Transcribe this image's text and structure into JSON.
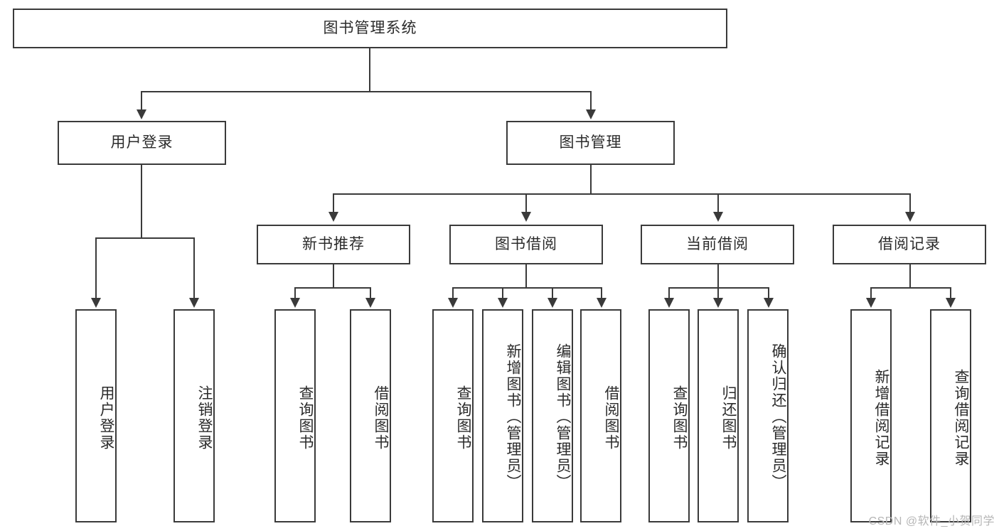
{
  "diagram": {
    "title": "图书管理系统",
    "root": {
      "label": "图书管理系统"
    },
    "level2": [
      {
        "label": "用户登录"
      },
      {
        "label": "图书管理"
      }
    ],
    "level3": [
      {
        "label": "新书推荐"
      },
      {
        "label": "图书借阅"
      },
      {
        "label": "当前借阅"
      },
      {
        "label": "借阅记录"
      }
    ],
    "leaves": {
      "user_login": [
        {
          "label": "用户登录"
        },
        {
          "label": "注销登录"
        }
      ],
      "new_book_recommend": [
        {
          "label": "查询图书"
        },
        {
          "label": "借阅图书"
        }
      ],
      "book_borrow": [
        {
          "label": "查询图书"
        },
        {
          "label": "新增图书（管理员）"
        },
        {
          "label": "编辑图书（管理员）"
        },
        {
          "label": "借阅图书"
        }
      ],
      "current_borrow": [
        {
          "label": "查询图书"
        },
        {
          "label": "归还图书"
        },
        {
          "label": "确认归还（管理员）"
        }
      ],
      "borrow_record": [
        {
          "label": "新增借阅记录"
        },
        {
          "label": "查询借阅记录"
        }
      ]
    }
  },
  "watermark": {
    "text": "CSDN @软件_小贺同学"
  },
  "colors": {
    "stroke": "#3a3a3a",
    "background": "#ffffff",
    "text": "#2b2b2b",
    "watermark": "#b6b6b6"
  }
}
